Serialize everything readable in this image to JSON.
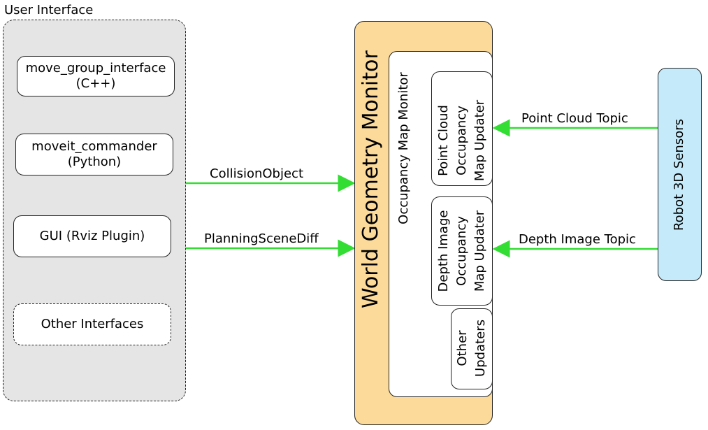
{
  "user_interface": {
    "title": "User Interface",
    "items": [
      {
        "line1": "move_group_interface",
        "line2": "(C++)"
      },
      {
        "line1": "moveit_commander",
        "line2": "(Python)"
      },
      {
        "line1": "GUI (Rviz Plugin)",
        "line2": ""
      },
      {
        "line1": "Other Interfaces",
        "line2": ""
      }
    ]
  },
  "world_geometry_monitor": {
    "title": "World Geometry Monitor",
    "occupancy_map_monitor": {
      "title": "Occupancy Map Monitor",
      "updaters": [
        {
          "lines": [
            "Point Cloud",
            "Occupancy",
            "Map Updater"
          ]
        },
        {
          "lines": [
            "Depth Image",
            "Occupancy",
            "Map Updater"
          ]
        },
        {
          "lines": [
            "Other",
            "Updaters"
          ]
        }
      ]
    }
  },
  "sensors": {
    "title": "Robot 3D Sensors"
  },
  "connections": [
    {
      "label": "CollisionObject",
      "from": "User Interface",
      "to": "World Geometry Monitor"
    },
    {
      "label": "PlanningSceneDiff",
      "from": "User Interface",
      "to": "World Geometry Monitor"
    },
    {
      "label": "Point Cloud Topic",
      "from": "Robot 3D Sensors",
      "to": "Point Cloud Occupancy Map Updater"
    },
    {
      "label": "Depth Image Topic",
      "from": "Robot 3D Sensors",
      "to": "Depth Image Occupancy Map Updater"
    }
  ],
  "colors": {
    "arrow": "#33dd33",
    "user_interface_bg": "#e5e5e5",
    "world_geometry_monitor_bg": "#fcdb9a",
    "sensors_bg": "#c5ebfb"
  }
}
